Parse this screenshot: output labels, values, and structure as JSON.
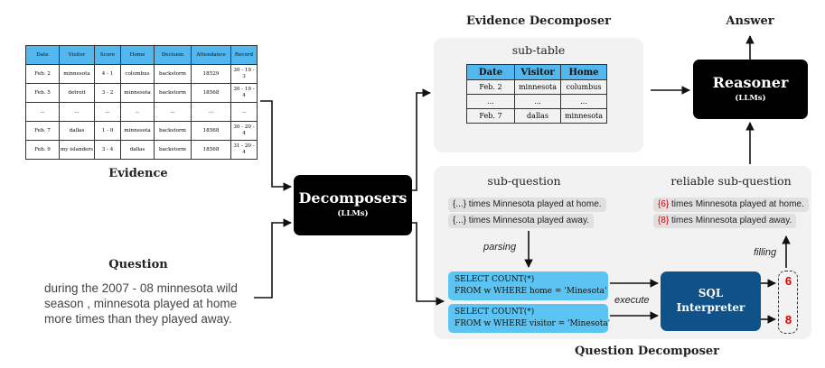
{
  "evidence_table": {
    "headers": [
      "Date",
      "Visitor",
      "Score",
      "Home",
      "Decision",
      "Attendance",
      "Record"
    ],
    "rows": [
      [
        "Feb. 2",
        "minnesota",
        "4 - 1",
        "columbus",
        "backstorm",
        "18529",
        "30 - 19 - 3"
      ],
      [
        "Feb. 5",
        "detroit",
        "3 - 2",
        "minnesota",
        "backstorm",
        "18568",
        "30 - 19 - 4"
      ],
      [
        "...",
        "...",
        "...",
        "...",
        "...",
        "...",
        "..."
      ],
      [
        "Feb. 7",
        "dallas",
        "1 - 0",
        "minnesota",
        "backstorm",
        "18568",
        "30 - 20 - 4"
      ],
      [
        "Feb. 9",
        "my islanders",
        "3 - 4",
        "dallas",
        "backstorm",
        "18568",
        "31 - 20 - 4"
      ]
    ]
  },
  "evidence_label": "Evidence",
  "question_label": "Question",
  "question_text": "during the 2007 - 08 minnesota wild season , minnesota played at home more times than they played away.",
  "decomposers": {
    "title": "Decomposers",
    "subtitle": "(LLMs)"
  },
  "evidence_decomposer": {
    "title": "Evidence Decomposer",
    "subtable_label": "sub-table",
    "headers": [
      "Date",
      "Visitor",
      "Home"
    ],
    "rows": [
      [
        "Feb. 2",
        "minnesota",
        "columbus"
      ],
      [
        "...",
        "...",
        "..."
      ],
      [
        "Feb. 7",
        "dallas",
        "minnesota"
      ]
    ]
  },
  "answer_label": "Answer",
  "reasoner": {
    "title": "Reasoner",
    "subtitle": "(LLMs)"
  },
  "question_decomposer": {
    "title": "Question Decomposer",
    "subquestion_label": "sub-question",
    "reliable_label": "reliable sub-question",
    "subquestions": [
      {
        "prefix": "{...}",
        "text": " times Minnesota played at home."
      },
      {
        "prefix": "{...}",
        "text": " times Minnesota  played away."
      }
    ],
    "reliable_subquestions": [
      {
        "prefix": "{6}",
        "text": " times Minnesota played at home."
      },
      {
        "prefix": "{8}",
        "text": " times Minnesota  played away."
      }
    ],
    "parsing_label": "parsing",
    "execute_label": "execute",
    "filling_label": "filling",
    "sql_queries": [
      {
        "line1": "SELECT COUNT(*)",
        "line2": "FROM w WHERE home = 'Minesota'"
      },
      {
        "line1": "SELECT COUNT(*)",
        "line2": "FROM w WHERE visitor = 'Minesota'"
      }
    ],
    "sql_interpreter": {
      "line1": "SQL",
      "line2": "Interpreter"
    },
    "results": [
      "6",
      "8"
    ]
  },
  "colors": {
    "table_header": "#52b7ee",
    "sql_box": "#5cc4f2",
    "interpreter": "#0f5289",
    "panel": "#f2f2f2",
    "result_red": "#d40000"
  }
}
